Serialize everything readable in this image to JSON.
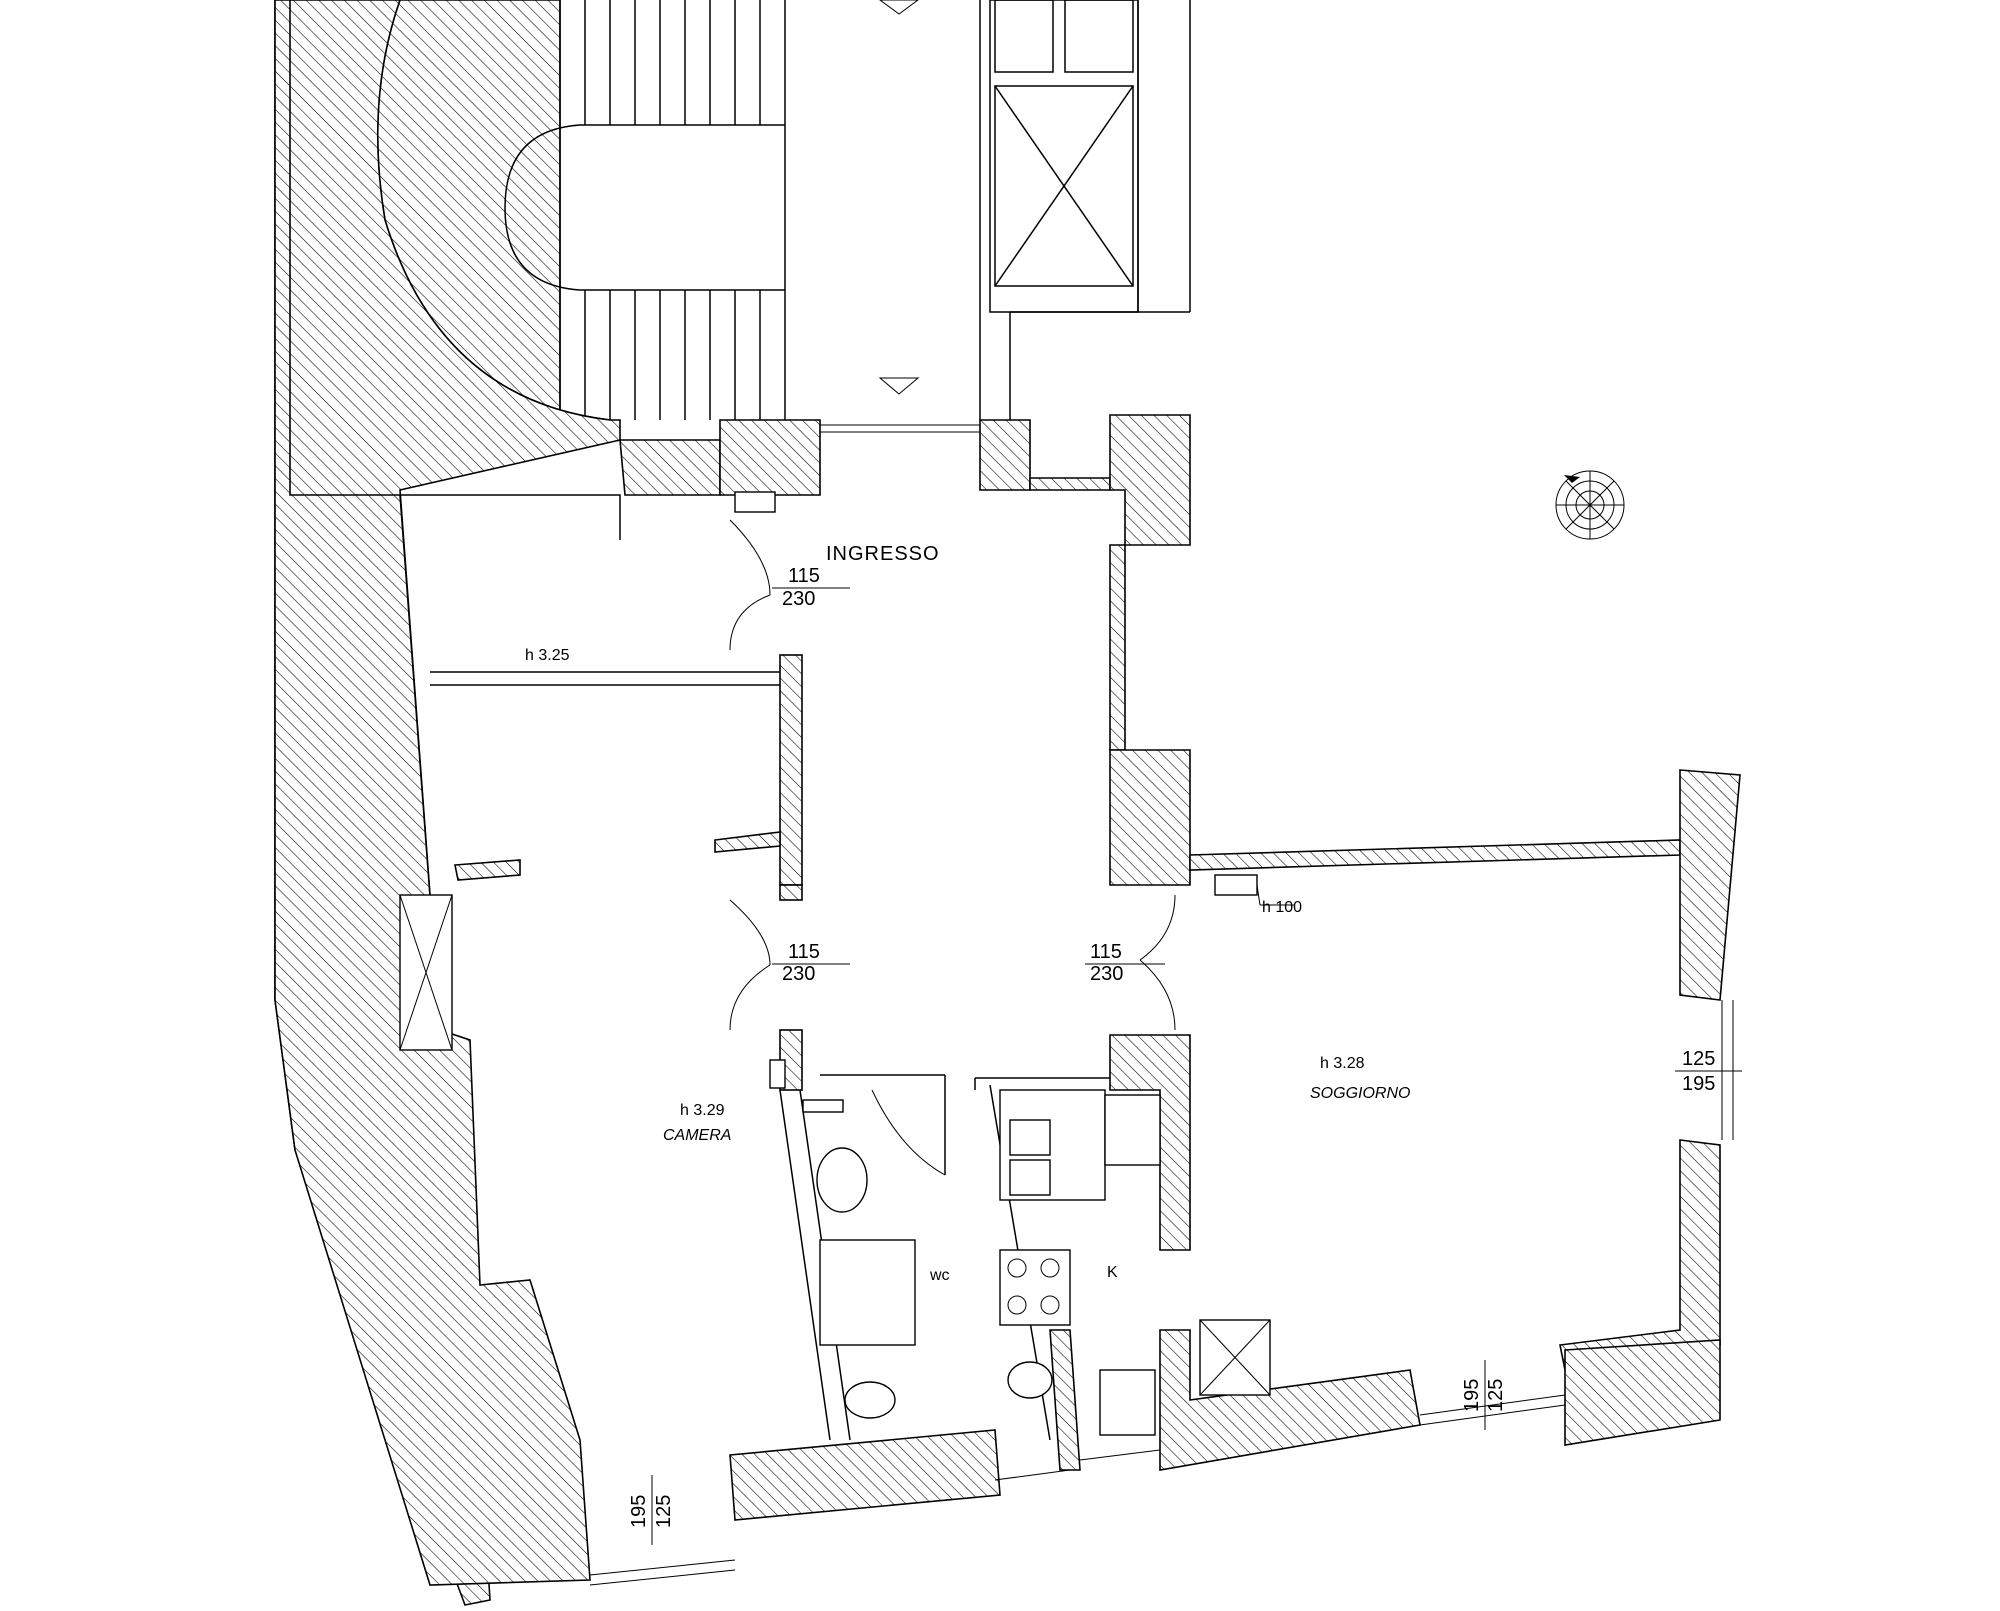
{
  "rooms": {
    "ingresso": "INGRESSO",
    "camera": "CAMERA",
    "soggiorno": "SOGGIORNO",
    "wc": "wc",
    "kitchen": "K"
  },
  "heights": {
    "top_room": "h 3.25",
    "camera": "h 3.29",
    "soggiorno": "h 3.28",
    "niche": "h 100"
  },
  "openings": {
    "door_ingresso_top": {
      "width": "115",
      "height": "230"
    },
    "door_ingresso_left": {
      "width": "115",
      "height": "230"
    },
    "door_ingresso_right": {
      "width": "115",
      "height": "230"
    },
    "window_soggiorno_right": {
      "width": "125",
      "height": "195"
    },
    "window_soggiorno_bottom": {
      "width": "125",
      "height": "195"
    },
    "window_camera_bottom": {
      "width": "125",
      "height": "195"
    }
  },
  "colors": {
    "line": "#000000",
    "background": "#ffffff"
  },
  "icons": {
    "compass": "north-compass-rose-icon"
  }
}
